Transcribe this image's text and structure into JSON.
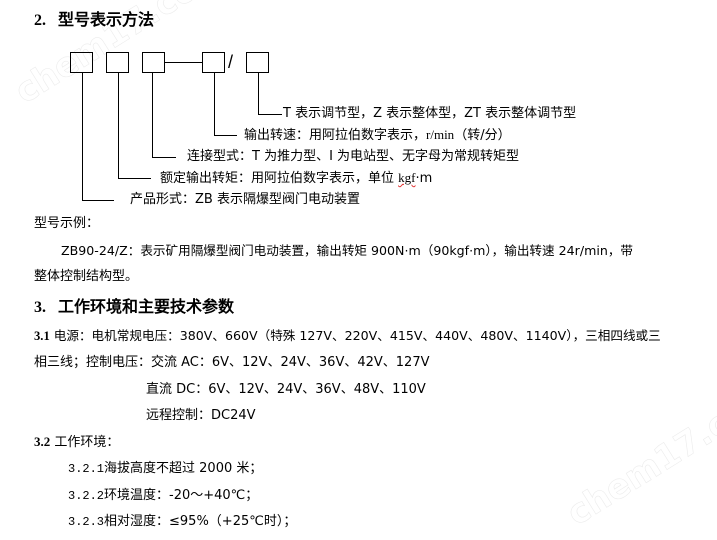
{
  "watermark": "chem17.com",
  "section2": {
    "number": "2.",
    "title": "型号表示方法",
    "diagram": {
      "separator": "/",
      "labels": [
        {
          "pre": "T 表示调节型，Z 表示整体型，ZT 表示整体调节型"
        },
        {
          "pre": "输出转速：用阿拉伯数字表示，",
          "unit": "r/min",
          "post": "（转/分）"
        },
        {
          "pre": "连接型式：T 为推力型、I 为电站型、无字母为常规转矩型"
        },
        {
          "pre": "额定输出转矩：用阿拉伯数字表示，单位 ",
          "unit": "kgf",
          "post": "·m"
        },
        {
          "pre": "产品形式：ZB 表示隔爆型阀门电动装置"
        }
      ]
    },
    "example_label": "型号示例：",
    "example_line1": "ZB90-24/Z：表示矿用隔爆型阀门电动装置，输出转矩 900N·m（90kgf·m），输出转速 24r/min，带",
    "example_line2": "整体控制结构型。"
  },
  "section3": {
    "number": "3.",
    "title": "工作环境和主要技术参数",
    "s31": {
      "number": "3.1",
      "line1": "电源：电机常规电压：380V、660V（特殊 127V、220V、415V、440V、480V、1140V），三相四线或三",
      "line2": "相三线；控制电压：交流 AC：6V、12V、24V、36V、42V、127V",
      "line3": "直流 DC：6V、12V、24V、36V、48V、110V",
      "line4": "远程控制：DC24V"
    },
    "s32": {
      "number": "3.2",
      "title": "工作环境：",
      "items": [
        {
          "num": "3.2.1",
          "text": "海拔高度不超过 2000 米；"
        },
        {
          "num": "3.2.2",
          "text": "环境温度：-20～+40℃；"
        },
        {
          "num": "3.2.3",
          "text": "相对湿度：≤95%（+25℃时）；"
        }
      ]
    }
  }
}
